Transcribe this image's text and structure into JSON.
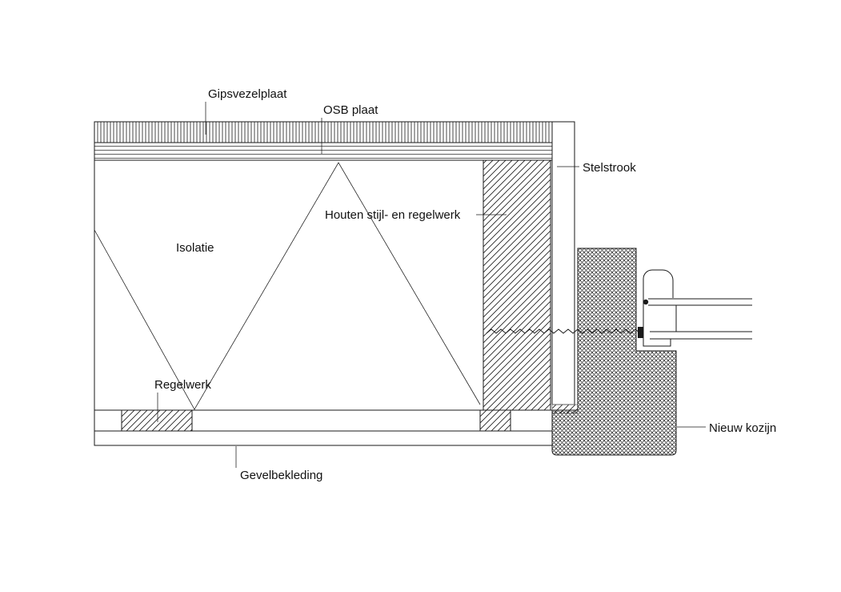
{
  "diagram": {
    "type": "construction-detail-section",
    "labels": {
      "gipsvezelplaat": "Gipsvezelplaat",
      "osb_plaat": "OSB plaat",
      "stelstrook": "Stelstrook",
      "houten_stijl_en_regelwerk": "Houten stijl- en regelwerk",
      "isolatie": "Isolatie",
      "regelwerk": "Regelwerk",
      "gevelbekleding": "Gevelbekleding",
      "nieuw_kozijn": "Nieuw kozijn"
    },
    "colors": {
      "line": "#1a1a1a",
      "background": "#ffffff"
    }
  }
}
